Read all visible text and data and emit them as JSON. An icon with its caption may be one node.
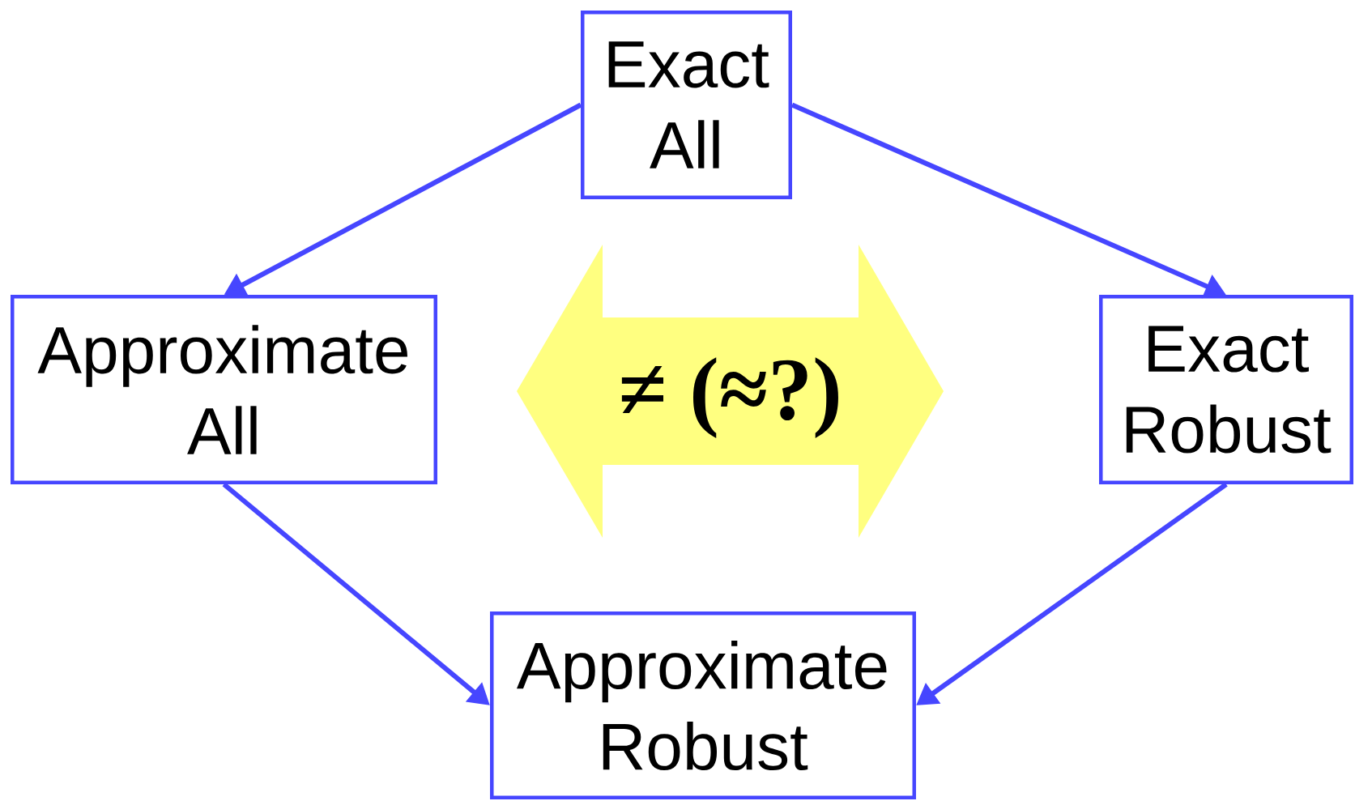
{
  "diagram": {
    "nodes": [
      {
        "text": [
          "Exact All"
        ]
      },
      {
        "text": [
          "Approximate All"
        ]
      },
      {
        "text": [
          "Exact Robust"
        ]
      },
      {
        "text": [
          "Approximate Robust"
        ]
      },
      {
        "text": [
          "≠ (≈?)"
        ]
      }
    ],
    "edges": [
      {
        "from": 0,
        "to": 1,
        "arrow": "to"
      },
      {
        "from": 0,
        "to": 2,
        "arrow": "to"
      },
      {
        "from": 1,
        "to": 3,
        "arrow": "to"
      },
      {
        "from": 2,
        "to": 3,
        "arrow": "to"
      }
    ]
  }
}
